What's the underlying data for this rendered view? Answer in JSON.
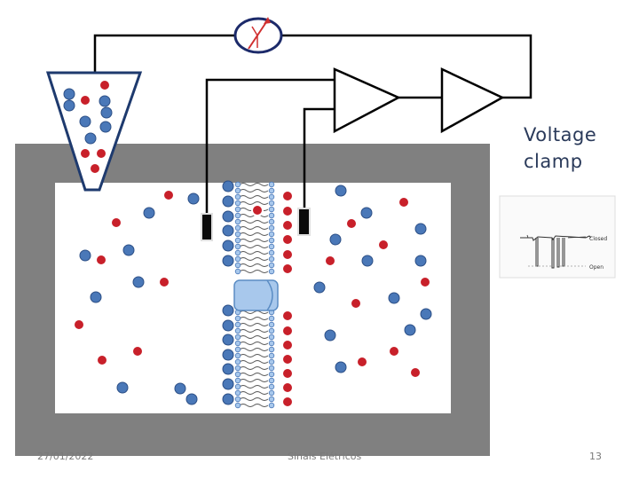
{
  "annotation": {
    "line1": "Voltage",
    "line2": "clamp"
  },
  "trace_panel": {
    "label_closed": "Closed",
    "label_open": "Open"
  },
  "footer": {
    "date": "27/01/2022",
    "title": "Sinais Elétricos",
    "page": "13"
  },
  "colors": {
    "frame": "#808080",
    "blue_ion": "#4a78b8",
    "red_ion": "#c8202a",
    "channel": "#a8c8ec",
    "wire": "#000000",
    "meter_ring": "#1c2a6a",
    "meter_arrow": "#d03030"
  }
}
